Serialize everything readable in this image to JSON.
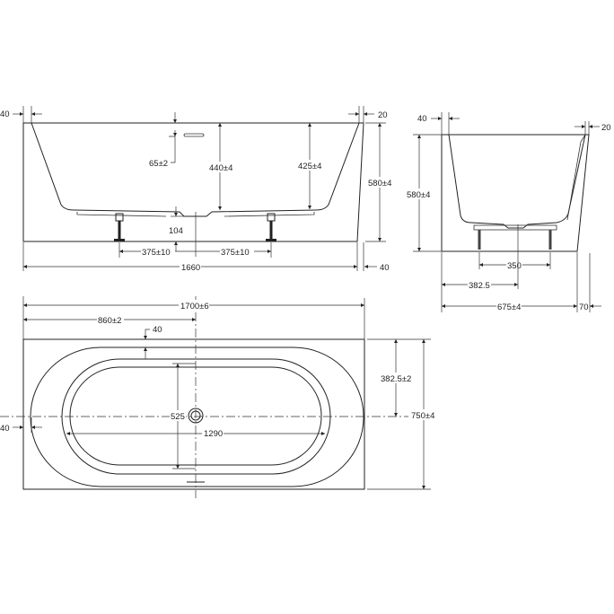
{
  "front_view": {
    "left_wall": "40",
    "right_wall": "20",
    "overflow_height": "65±2",
    "depth_center": "440±4",
    "depth_side": "425±4",
    "height": "580±4",
    "drain_height": "104",
    "foot_left": "375±10",
    "foot_right": "375±10",
    "base_length": "1660",
    "base_offset": "40"
  },
  "side_view": {
    "left_wall": "40",
    "right_wall": "20",
    "height": "580±4",
    "foot_spacing": "350",
    "drain_offset": "382.5",
    "base_width": "675±4",
    "base_offset": "70"
  },
  "plan_view": {
    "length": "1700±6",
    "drain_position": "860±2",
    "rim_width_top": "40",
    "half_width": "382.5±2",
    "width": "750±4",
    "inner_width": "525",
    "inner_length": "1290",
    "rim_width_left": "40"
  }
}
